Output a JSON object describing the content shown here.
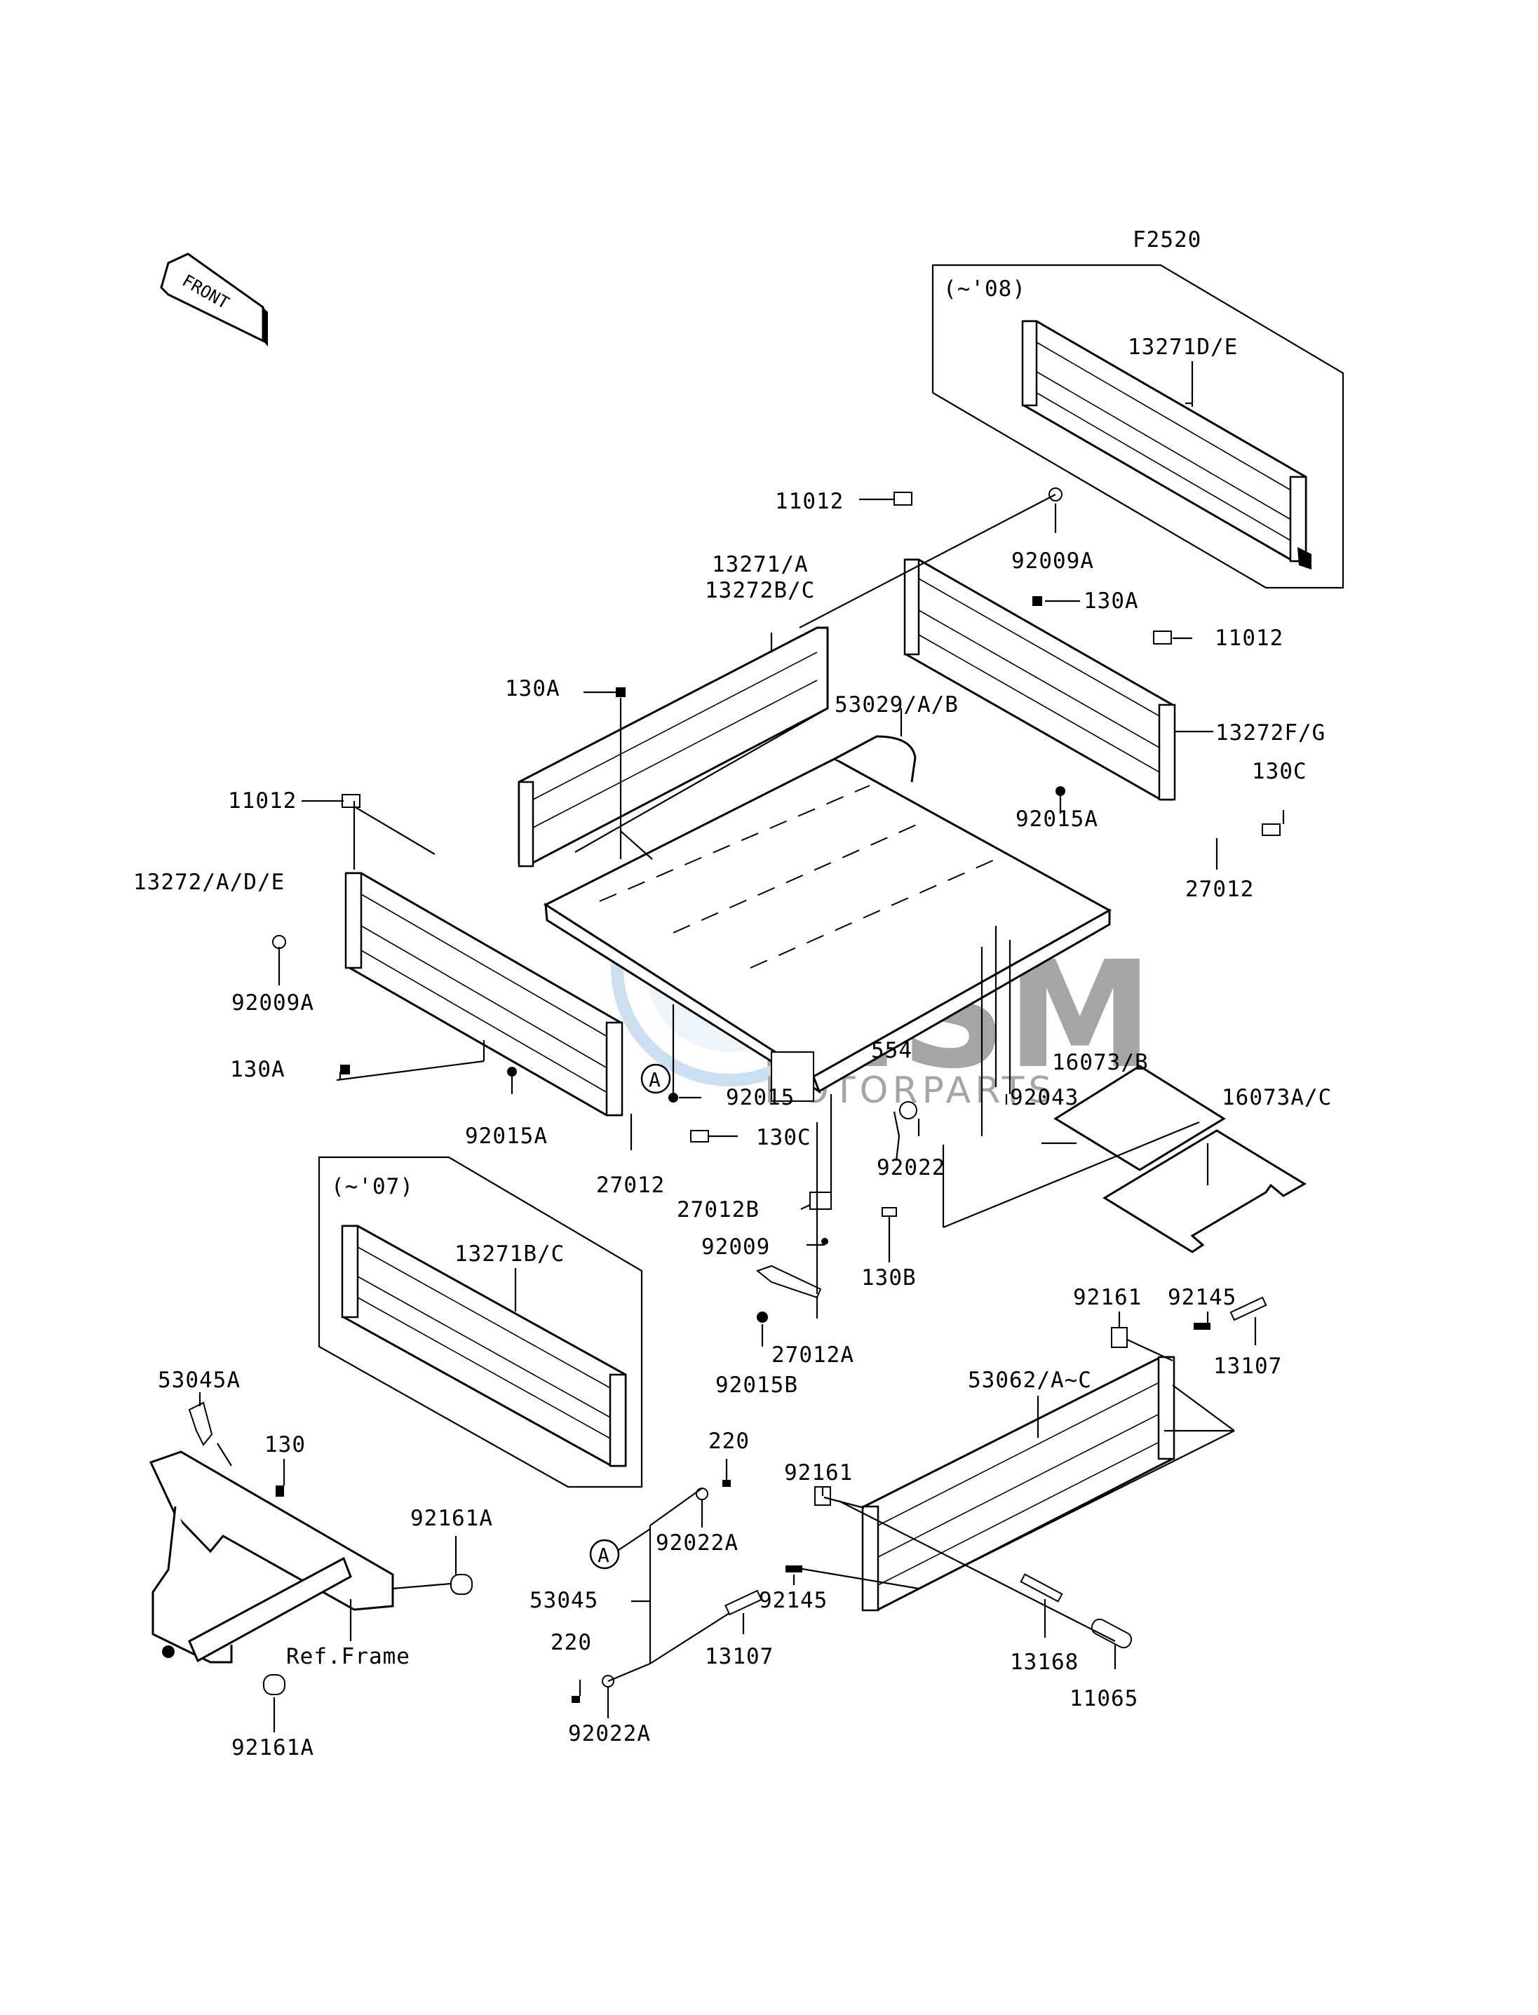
{
  "diagram": {
    "figure_code": "F2520",
    "front_marker": "FRONT",
    "watermark": {
      "logo_text": "MSM",
      "sub_text": "MOTORPARTS"
    },
    "inset_groups": [
      {
        "id": "inset-08",
        "title": "(~'08)",
        "part": "13271D/E"
      },
      {
        "id": "inset-07",
        "title": "(~'07)",
        "part": "13271B/C"
      }
    ],
    "reference_marker": "A",
    "labels": {
      "l11012_top": "11012",
      "l92009A_top": "92009A",
      "l13271A": "13271/A",
      "l13272BC": "13272B/C",
      "l130A_right": "130A",
      "l11012_right": "11012",
      "l130A_left": "130A",
      "l53029": "53029/A/B",
      "l13272FG": "13272F/G",
      "l130C_right": "130C",
      "l11012_left": "11012",
      "l92015A_right": "92015A",
      "l27012_right": "27012",
      "l13272ADE": "13272/A/D/E",
      "l92009A_left": "92009A",
      "l16073B": "16073/B",
      "l554": "554",
      "l130A_bottom": "130A",
      "l92015": "92015",
      "l92043": "92043",
      "l16073AC": "16073A/C",
      "l92015A_left": "92015A",
      "l130C_left": "130C",
      "l92022": "92022",
      "l27012_left": "27012",
      "l27012B": "27012B",
      "l92009": "92009",
      "l130B": "130B",
      "l27012A": "27012A",
      "l92015B": "92015B",
      "l92161_top": "92161",
      "l92145_top": "92145",
      "l53062": "53062/A~C",
      "l13107_right": "13107",
      "l53045A": "53045A",
      "l130": "130",
      "l220_top": "220",
      "l92161_mid": "92161",
      "l92161A_right": "92161A",
      "l92022A_top": "92022A",
      "l53045": "53045",
      "l92145_bottom": "92145",
      "l220_bottom": "220",
      "l13107_bottom": "13107",
      "l13168": "13168",
      "l11065": "11065",
      "l92022A_bottom": "92022A",
      "l92161A_bottom": "92161A",
      "l_ref_frame": "Ref.Frame"
    }
  }
}
